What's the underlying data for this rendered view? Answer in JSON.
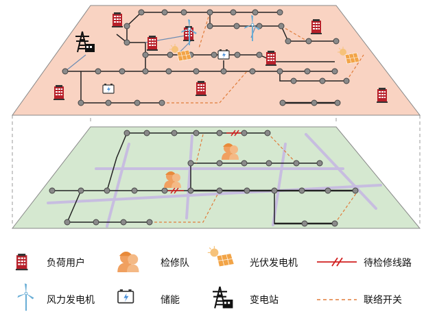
{
  "legend": {
    "load_user": "负荷用户",
    "repair_team": "检修队",
    "pv_generator": "光伏发电机",
    "line_to_repair": "待检修线路",
    "wind_generator": "风力发电机",
    "storage": "储能",
    "substation": "变电站",
    "tie_switch": "联络开关"
  },
  "colors": {
    "upper_plane": "#f9d3c2",
    "lower_plane": "#d5e8d0",
    "road": "#c7bde0",
    "line": "#6b8bb3",
    "tie_line": "#e07b39",
    "fault": "#d11f1f",
    "node": "#7a7a7a",
    "building": "#b8202a",
    "wind": "#6aaed6",
    "solar": "#f2a447",
    "team": "#f0a060"
  },
  "icons": [
    "building-icon",
    "worker-icon",
    "solar-panel-icon",
    "fault-line-icon",
    "wind-turbine-icon",
    "battery-icon",
    "transmission-tower-icon",
    "tie-switch-line-icon"
  ]
}
